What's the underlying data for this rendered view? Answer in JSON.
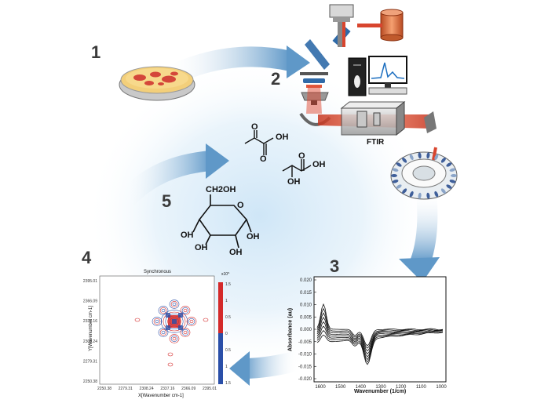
{
  "steps": [
    "1",
    "2",
    "3",
    "4",
    "5"
  ],
  "ftir_label": "FTIR",
  "computer_screen_text": "",
  "molecules": {
    "pyruvic": {
      "oh": "OH",
      "o": "O"
    },
    "lactic": {
      "oh_acid": "OH",
      "oh_alpha": "OH",
      "o": "O"
    },
    "glucose": {
      "ch2oh": "CH2OH",
      "o_ring": "O",
      "oh": [
        "OH",
        "OH",
        "OH",
        "OH"
      ]
    }
  },
  "spectrum": {
    "xlabel": "Wavenumber (1/cm)",
    "ylabel": "Absorbance (au)",
    "xticks": [
      "1600",
      "1500",
      "1400",
      "1300",
      "1200",
      "1100",
      "1000"
    ],
    "yticks": [
      "0.020",
      "0.015",
      "0.010",
      "0.005",
      "0.000",
      "-0.005",
      "-0.010",
      "-0.015",
      "-0.020"
    ]
  },
  "synchronous": {
    "title": "Synchronous",
    "xlabel": "X[Wavenumber cm-1]",
    "ylabel": "Y[Wavenumber cm-1]",
    "xticks": [
      "2250.38",
      "2279.31",
      "2308.24",
      "2337.16",
      "2366.09",
      "2395.01"
    ],
    "yticks": [
      "2395.01",
      "2366.09",
      "2337.16",
      "2308.24",
      "2279.31",
      "2250.38"
    ],
    "colorbar_exp": "x10^",
    "colorbar_ticks": [
      "1.5",
      "1",
      "0.5",
      "0",
      "0.5",
      "1",
      "1.5"
    ]
  },
  "colors": {
    "arrow_blue": "#6fa5cf",
    "laser_red": "#d8452e",
    "glow_blue": "#d9ecf8",
    "positive_red": "#d42a2a",
    "negative_blue": "#2a4fa8"
  }
}
